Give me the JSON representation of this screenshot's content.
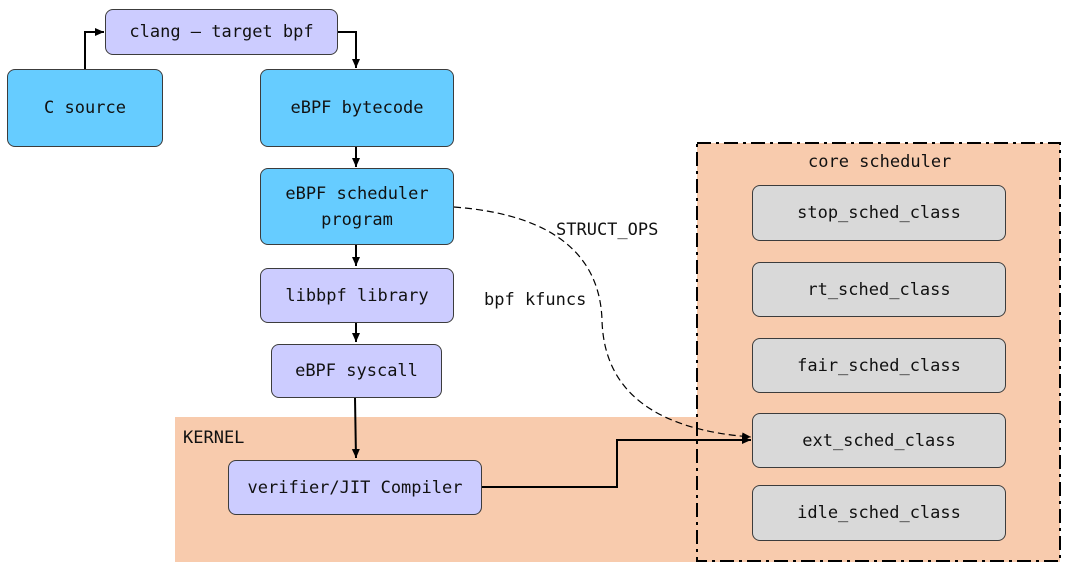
{
  "nodes": {
    "clang": "clang – target bpf",
    "c_source": "C source",
    "bytecode": "eBPF bytecode",
    "sched_program_line1": "eBPF scheduler",
    "sched_program_line2": "program",
    "libbpf": "libbpf library",
    "syscall": "eBPF syscall",
    "verifier": "verifier/JIT Compiler"
  },
  "kernel": {
    "label": "KERNEL"
  },
  "core_scheduler": {
    "title": "core scheduler",
    "classes": [
      "stop_sched_class",
      "rt_sched_class",
      "fair_sched_class",
      "ext_sched_class",
      "idle_sched_class"
    ]
  },
  "edge_labels": {
    "struct_ops": "STRUCT_OPS",
    "kfuncs": "bpf kfuncs"
  },
  "colors": {
    "blue_box": "#66ccff",
    "purple_box": "#ccccff",
    "gray_box": "#d9d9d9",
    "kernel_region": "#f8cbad"
  }
}
